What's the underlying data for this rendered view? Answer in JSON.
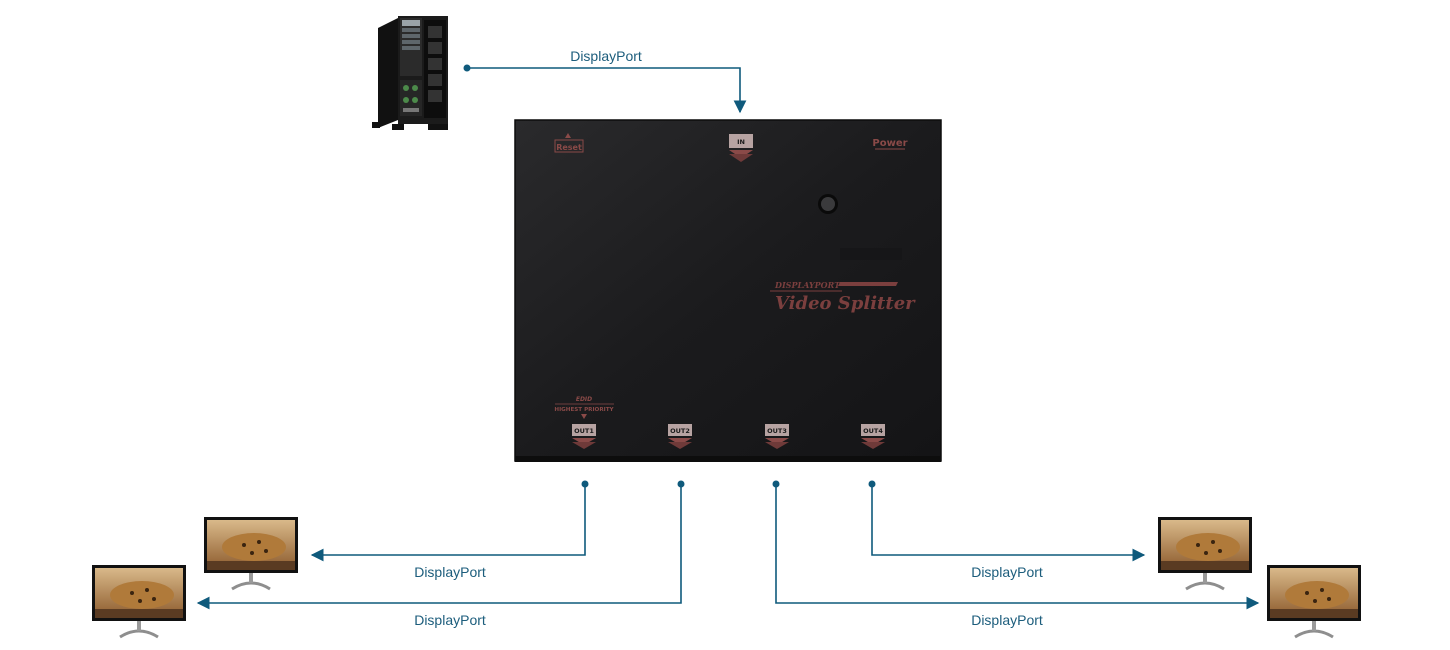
{
  "colors": {
    "cable": "#0f5a7c",
    "device_body": "#1c1c1e",
    "device_text": "#8a4a48"
  },
  "labels": {
    "input_cable": "DisplayPort",
    "output1_cable": "DisplayPort",
    "output2_cable": "DisplayPort",
    "output3_cable": "DisplayPort",
    "output4_cable": "DisplayPort"
  },
  "device": {
    "reset_label": "Reset",
    "in_label": "IN",
    "power_label": "Power",
    "brand_small": "DISPLAYPORT",
    "brand_large": "Video Splitter",
    "edid_label": "EDID",
    "priority_label": "HIGHEST PRIORITY",
    "out_labels": [
      "OUT1",
      "OUT2",
      "OUT3",
      "OUT4"
    ]
  },
  "icons": {
    "source": "tower-server-icon",
    "displays": [
      "monitor-icon",
      "monitor-icon",
      "monitor-icon",
      "monitor-icon"
    ]
  }
}
